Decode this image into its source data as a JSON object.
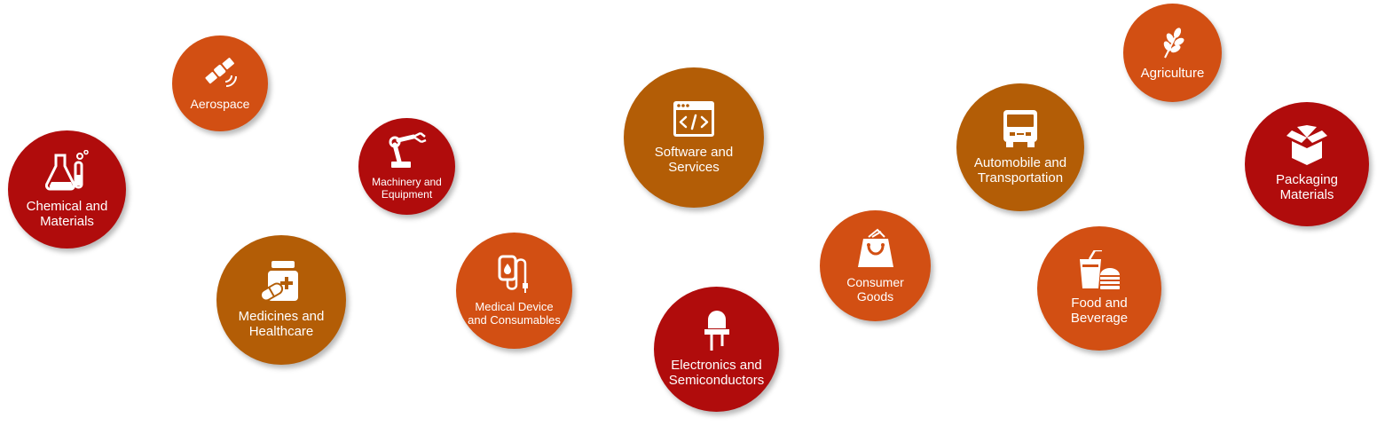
{
  "colors": {
    "orange": "#d24f13",
    "brown": "#b35d06",
    "red": "#b00c0c"
  },
  "industries": [
    {
      "label": "Aerospace",
      "icon": "satellite-icon",
      "color": "orange"
    },
    {
      "label": "Chemical and Materials",
      "icon": "lab-flask-icon",
      "color": "red"
    },
    {
      "label": "Machinery and Equipment",
      "icon": "robot-arm-icon",
      "color": "red"
    },
    {
      "label": "Medicines and Healthcare",
      "icon": "medicine-bottle-icon",
      "color": "brown"
    },
    {
      "label": "Medical Device and Consumables",
      "icon": "iv-bag-icon",
      "color": "orange"
    },
    {
      "label": "Software and Services",
      "icon": "code-window-icon",
      "color": "brown"
    },
    {
      "label": "Electronics and Semiconductors",
      "icon": "led-diode-icon",
      "color": "red"
    },
    {
      "label": "Consumer Goods",
      "icon": "shopping-bag-icon",
      "color": "orange"
    },
    {
      "label": "Automobile and Transportation",
      "icon": "truck-icon",
      "color": "brown"
    },
    {
      "label": "Agriculture",
      "icon": "wheat-icon",
      "color": "orange"
    },
    {
      "label": "Packaging Materials",
      "icon": "open-box-icon",
      "color": "red"
    },
    {
      "label": "Food and Beverage",
      "icon": "drink-burger-icon",
      "color": "orange"
    }
  ]
}
